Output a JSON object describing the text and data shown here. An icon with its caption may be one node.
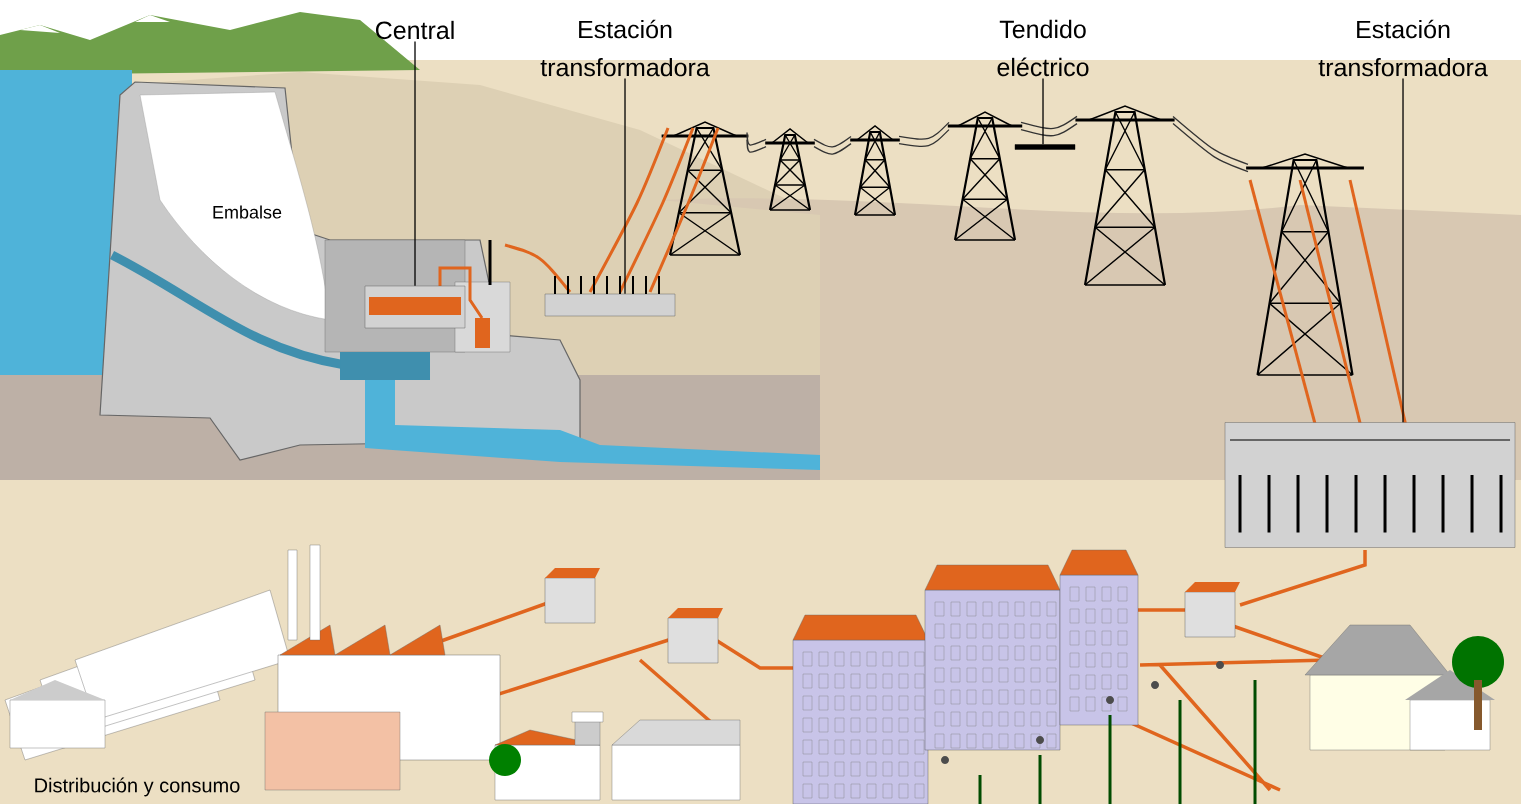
{
  "diagram": {
    "nodes": [
      {
        "text": [
          "Central"
        ]
      },
      {
        "text": [],
        "shape": "picture"
      },
      {
        "text": [
          "Estación transformadora"
        ]
      },
      {
        "text": [],
        "shape": "box"
      },
      {
        "text": [
          "Tendido eléctrico"
        ]
      },
      {
        "text": [],
        "shape": "bar"
      },
      {
        "text": [
          "Estación transformadora"
        ]
      },
      {
        "text": [],
        "shape": "picture"
      }
    ],
    "edges": [
      {
        "from": 0,
        "to": 1,
        "arrow": "none"
      },
      {
        "from": 2,
        "to": 3,
        "arrow": "none"
      },
      {
        "from": 4,
        "to": 5,
        "arrow": "none"
      },
      {
        "from": 6,
        "to": 7,
        "arrow": "none"
      }
    ],
    "labels": [
      "Embalse",
      "Distribución y consumo"
    ]
  }
}
